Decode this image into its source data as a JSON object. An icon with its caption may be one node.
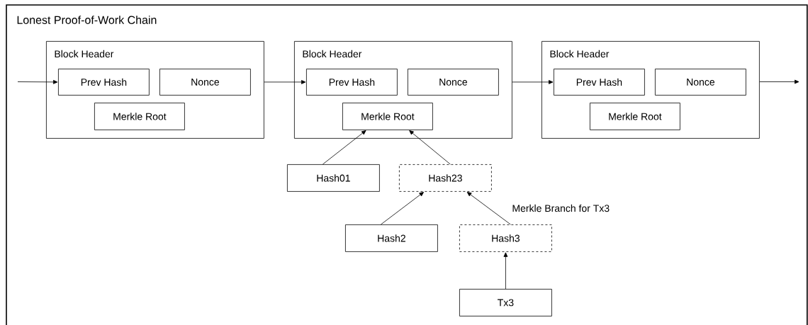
{
  "diagram": {
    "nodes": [
      {
        "text": [
          "Lonest Proof-of-Work Chain"
        ]
      },
      {
        "text": [
          "Block Header"
        ],
        "in": 0
      },
      {
        "text": [
          "Prev Hash"
        ],
        "in": 1
      },
      {
        "text": [
          "Nonce"
        ],
        "in": 1
      },
      {
        "text": [
          "Merkle Root"
        ],
        "in": 1
      },
      {
        "text": [
          "Block Header"
        ],
        "in": 0
      },
      {
        "text": [
          "Prev Hash"
        ],
        "in": 5
      },
      {
        "text": [
          "Nonce"
        ],
        "in": 5
      },
      {
        "text": [
          "Merkle Root"
        ],
        "in": 5
      },
      {
        "text": [
          "Block Header"
        ],
        "in": 0
      },
      {
        "text": [
          "Prev Hash"
        ],
        "in": 9
      },
      {
        "text": [
          "Nonce"
        ],
        "in": 9
      },
      {
        "text": [
          "Merkle Root"
        ],
        "in": 9
      },
      {
        "text": [
          "Hash01"
        ],
        "in": 0
      },
      {
        "text": [
          "Hash23"
        ],
        "in": 0
      },
      {
        "text": [
          "Hash2"
        ],
        "in": 0
      },
      {
        "text": [
          "Hash3"
        ],
        "in": 0
      },
      {
        "text": [
          "Tx3"
        ],
        "in": 0
      }
    ],
    "edges": [
      {
        "from": null,
        "to": 2,
        "arrow": "to"
      },
      {
        "from": 1,
        "to": 6,
        "arrow": "to"
      },
      {
        "from": 5,
        "to": 10,
        "arrow": "to"
      },
      {
        "from": 9,
        "to": null,
        "arrow": "to"
      },
      {
        "from": 13,
        "to": 8,
        "arrow": "to"
      },
      {
        "from": 14,
        "to": 8,
        "arrow": "to"
      },
      {
        "from": 15,
        "to": 14,
        "arrow": "to"
      },
      {
        "from": 16,
        "to": 14,
        "arrow": "to"
      },
      {
        "from": 17,
        "to": 16,
        "arrow": "to"
      }
    ],
    "labels": [
      "Merkle Branch for Tx3"
    ]
  }
}
